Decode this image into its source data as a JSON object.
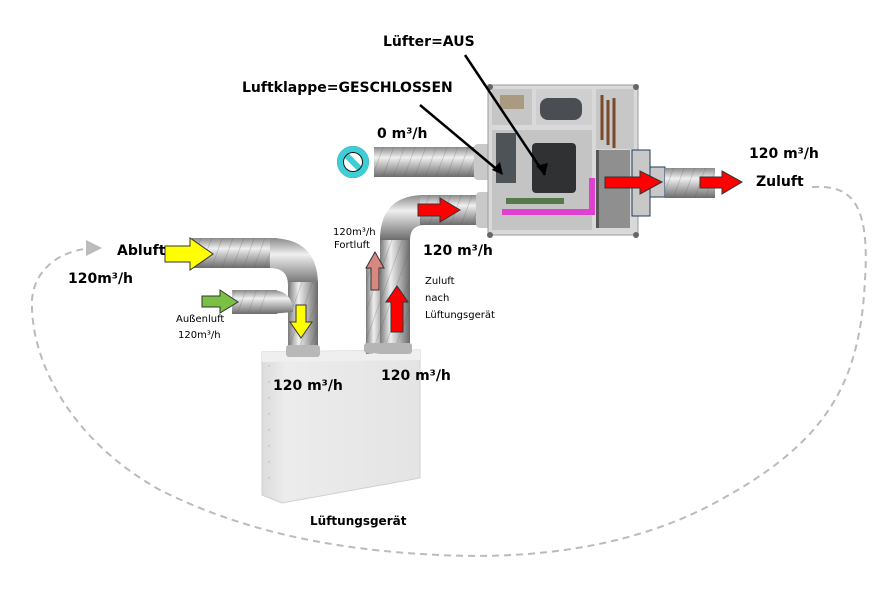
{
  "annotations": {
    "fan_status": "Lüfter=AUS",
    "damper_status": "Luftklappe=GESCHLOSSEN"
  },
  "flows": {
    "closed_duct": "0 m³/h",
    "supply_out": "120 m³/h",
    "supply_out_label": "Zuluft",
    "unit_inlet": "120 m³/h",
    "extract_label": "Abluft",
    "extract_flow": "120m³/h",
    "outdoor_label": "Außenluft",
    "outdoor_flow": "120m³/h",
    "exhaust_flow": "120m³/h",
    "exhaust_label": "Fortluft",
    "supply_after_line1": "Zuluft",
    "supply_after_line2": "nach",
    "supply_after_line3": "Lüftungsgerät",
    "ventilation_unit_left": "120 m³/h",
    "ventilation_unit_right": "120 m³/h"
  },
  "devices": {
    "ventilation_unit_label": "Lüftungsgerät"
  },
  "icons": {
    "closed": "prohibited-icon"
  },
  "colors": {
    "supply_arrow": "#ff0000",
    "extract_arrow": "#ffff00",
    "outdoor_arrow": "#7ac143",
    "exhaust_arrow": "#d98880",
    "closed_icon": "#3ecfd6",
    "heat_pipe": "#e040d0",
    "dashed_loop": "#bbbbbb"
  }
}
